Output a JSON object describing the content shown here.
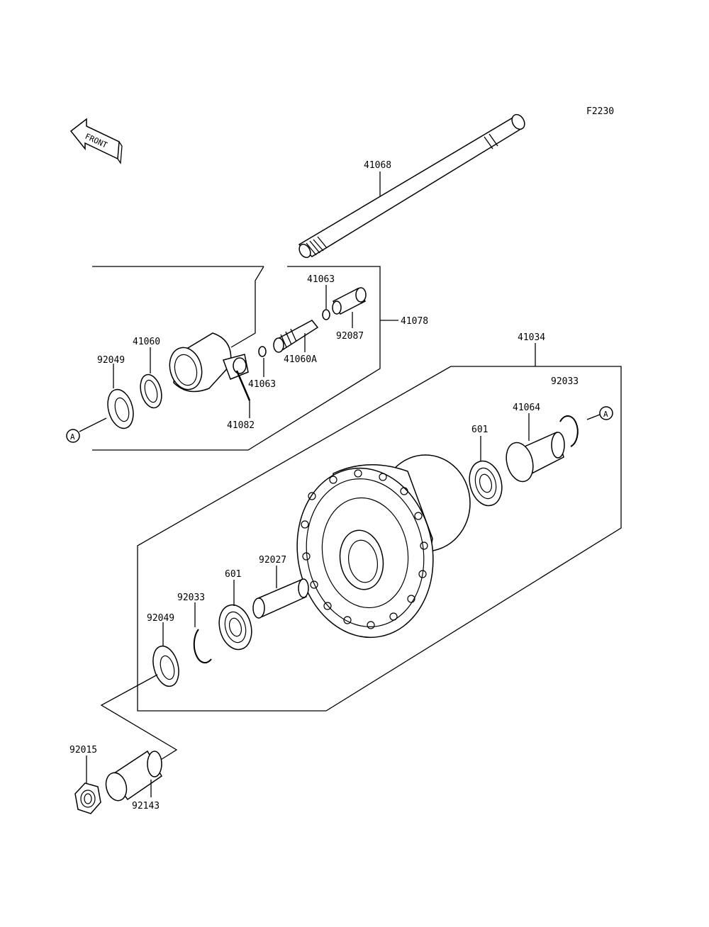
{
  "diagram": {
    "code": "F2230",
    "front_label": "FRONT",
    "ref_label": "A",
    "parts": {
      "axle": "41068",
      "gear_housing_assy": "41078",
      "gear_housing": "41060",
      "gear": "41060A",
      "washer_upper": "41063",
      "washer_lower": "41063",
      "pin": "41082",
      "bushing": "92087",
      "wheel_assy": "41034",
      "circlip_right": "92033",
      "collar_right": "41064",
      "bearing_right": "601",
      "spacer": "92027",
      "bearing_left": "601",
      "circlip_left": "92033",
      "seal_left": "92049",
      "seal_upper": "92049",
      "nut": "92015",
      "collar_left": "92143"
    }
  }
}
